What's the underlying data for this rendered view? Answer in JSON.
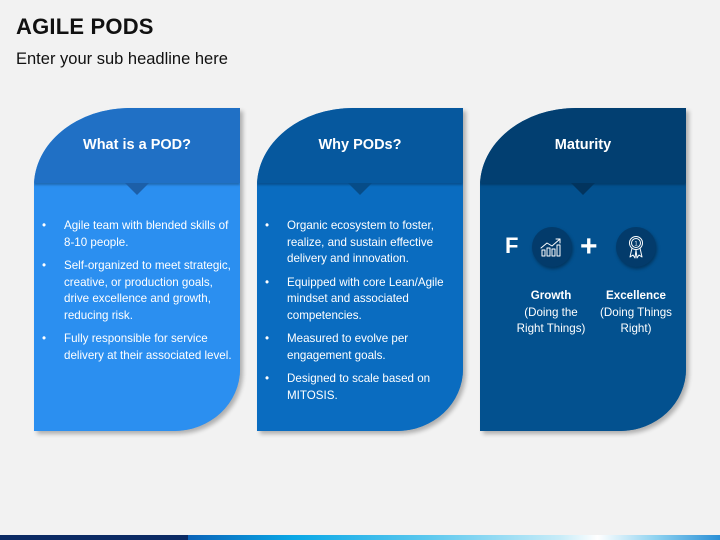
{
  "header": {
    "title": "AGILE PODS",
    "subtitle": "Enter your sub headline here"
  },
  "cards": [
    {
      "title": "What is a POD?",
      "bullet_glyph": "•",
      "bullets": [
        "Agile team with blended skills of 8-10 people.",
        "Self-organized to meet strategic, creative, or production goals, drive excellence and growth, reducing risk.",
        "Fully responsible for service delivery at their associated level."
      ]
    },
    {
      "title": "Why PODs?",
      "bullet_glyph": "•",
      "bullets": [
        "Organic ecosystem to foster, realize, and sustain effective delivery and innovation.",
        "Equipped with core Lean/Agile mindset and associated competencies.",
        "Measured to evolve per engagement goals.",
        "Designed to scale based on MITOSIS."
      ]
    },
    {
      "title": "Maturity",
      "formula": {
        "prefix": "F",
        "operator": "+",
        "items": [
          {
            "icon": "growth-chart-icon",
            "title": "Growth",
            "line1": "(Doing the",
            "line2": "Right Things)"
          },
          {
            "icon": "award-ribbon-icon",
            "title": "Excellence",
            "line1": "(Doing Things",
            "line2": "Right)"
          }
        ]
      }
    }
  ],
  "colors": {
    "card1_header": "#2070c5",
    "card1_body": "#2b8ff0",
    "card2_header": "#06589e",
    "card2_body": "#0a6cc0",
    "card3_header": "#023f71",
    "card3_body": "#03518f",
    "bottom_bar_dark": "#0b2a63"
  }
}
